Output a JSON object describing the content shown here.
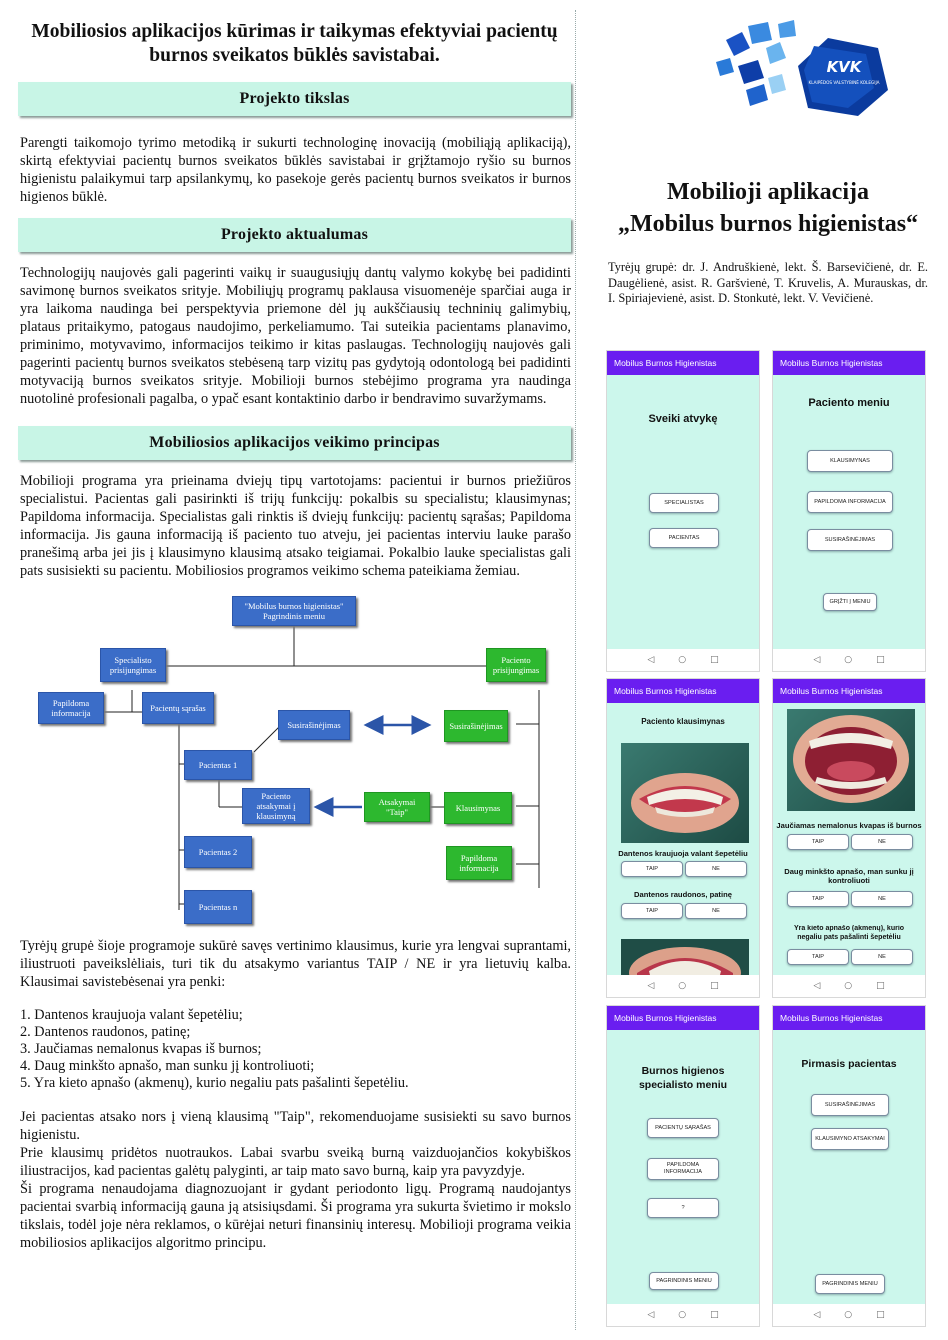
{
  "poster": {
    "title": "Mobiliosios aplikacijos kūrimas ir taikymas efektyviai pacientų burnos sveikatos būklės savistabai."
  },
  "sections": {
    "goal": {
      "heading": "Projekto tikslas",
      "text": "Parengti taikomojo tyrimo metodiką ir sukurti technologinę inovaciją (mobiliąją aplikaciją), skirtą efektyviai pacientų burnos sveikatos būklės savistabai ir grįžtamojo ryšio su burnos higienistu palaikymui tarp apsilankymų, ko pasekoje gerės pacientų burnos sveikatos ir burnos higienos būklė."
    },
    "relevance": {
      "heading": "Projekto aktualumas",
      "text": "Technologijų naujovės gali pagerinti vaikų ir suaugusiųjų dantų valymo kokybę bei padidinti savimonę burnos sveikatos srityje. Mobiliųjų programų paklausa visuomenėje sparčiai auga ir yra laikoma naudinga bei perspektyvia priemone dėl jų aukščiausių techninių galimybių, plataus pritaikymo, patogaus naudojimo, perkeliamumo. Tai suteikia pacientams planavimo, priminimo, motyvavimo, informacijos teikimo ir kitas paslaugas. Technologijų naujovės gali pagerinti pacientų burnos sveikatos stebėseną tarp vizitų pas gydytoją odontologą bei padidinti motyvaciją burnos sveikatos srityje. Mobilioji burnos stebėjimo programa yra naudinga nuotolinė profesionali pagalba, o ypač esant kontaktinio darbo ir bendravimo suvaržymams."
    },
    "principle": {
      "heading": "Mobiliosios aplikacijos veikimo principas",
      "text": "Mobilioji programa yra prieinama dviejų tipų vartotojams: pacientui ir burnos priežiūros specialistui. Pacientas gali pasirinkti iš trijų funkcijų: pokalbis su specialistu; klausimynas; Papildoma informacija. Specialistas gali rinktis iš dviejų funkcijų: pacientų sąrašas; Papildoma informacija. Jis gauna informaciją iš paciento tuo atveju, jei pacientas interviu lauke parašo pranešimą arba jei jis į klausimyno klausimą atsako teigiamai. Pokalbio lauke specialistas gali pats susisiekti su pacientu. Mobiliosios programos veikimo schema pateikiama žemiau."
    }
  },
  "diagram": {
    "main_menu": "\"Mobilus burnos higienistas\" Pagrindinis meniu",
    "specialist_login": "Specialisto prisijungimas",
    "patient_login": "Paciento prisijungimas",
    "extra_info_left": "Papildoma informacija",
    "patient_list": "Pacientų sąrašas",
    "chat_left": "Susirašinėjimas",
    "chat_right": "Susirašinėjimas",
    "patient_1": "Pacientas 1",
    "patient_answers": "Paciento atsakymai į klausimyną",
    "answers_yes": "Atsakymai \"Taip\"",
    "questionnaire": "Klausimynas",
    "patient_2": "Pacientas 2",
    "extra_info_right": "Papildoma informacija",
    "patient_n": "Pacientas n"
  },
  "questions_block": {
    "intro": "Tyrėjų grupė šioje programoje sukūrė savęs vertinimo klausimus, kurie yra lengvai suprantami, iliustruoti paveikslėliais, turi tik du atsakymo variantus TAIP / NE ir yra lietuvių kalba. Klausimai savistebėsenai yra penki:",
    "items": [
      "1. Dantenos kraujuoja valant šepetėliu;",
      "2. Dantenos raudonos, patinę;",
      "3. Jaučiamas nemalonus kvapas iš burnos;",
      "4. Daug minkšto apnašo, man sunku jį kontroliuoti;",
      "5. Yra kieto apnašo (akmenų), kurio negaliu pats pašalinti šepetėliu."
    ],
    "p1": "Jei pacientas atsako nors į vieną klausimą \"Taip\", rekomenduojame susisiekti su savo burnos higienistu.",
    "p2": "Prie klausimų pridėtos nuotraukos. Labai svarbu sveiką burną vaizduojančios kokybiškos iliustracijos, kad pacientas galėtų palyginti, ar taip mato savo burną, kaip yra pavyzdyje.",
    "p3": "Ši programa nenaudojama diagnozuojant ir gydant periodonto ligų. Programą naudojantys pacientai svarbią informaciją gauna ją atsisiųsdami. Ši programa yra sukurta švietimo ir mokslo tikslais, todėl joje nėra reklamos, o kūrėjai neturi finansinių interesų. Mobilioji programa veikia mobiliosios aplikacijos algoritmo principu."
  },
  "logo": {
    "text": "KVK",
    "subtitle": "KLAIPĖDOS VALSTYBINĖ KOLEGIJA"
  },
  "right": {
    "title_line1": "Mobilioji aplikacija",
    "title_line2": "„Mobilus burnos higienistas“",
    "authors": "Tyrėjų grupė: dr. J. Andruškienė, lekt. Š. Barsevičienė, dr. E. Daugėlienė, asist. R. Garšvienė, T. Kruvelis, A. Murauskas, dr. I. Spiriajevienė, asist. D. Stonkutė, lekt. V. Vevičienė."
  },
  "app": {
    "app_bar_title": "Mobilus Burnos Higienistas",
    "nav_back": "◁",
    "nav_home": "○",
    "nav_recent": "□",
    "welcome": {
      "title": "Sveiki atvykę",
      "btn_specialist": "SPECIALISTAS",
      "btn_patient": "PACIENTAS"
    },
    "patient_menu": {
      "title": "Paciento meniu",
      "btn_questionnaire": "KLAUSIMYNAS",
      "btn_extra": "PAPILDOMA INFORMACIJA",
      "btn_chat": "SUSIRAŠINĖJIMAS",
      "btn_back": "GRĮŽTI Į MENIU"
    },
    "questionnaire": {
      "title": "Paciento klausimynas",
      "q1": "Dantenos kraujuoja valant šepetėliu",
      "q2": "Dantenos raudonos, patinę",
      "yes": "TAIP",
      "no": "NE"
    },
    "questionnaire2": {
      "q3": "Jaučiamas nemalonus kvapas iš burnos",
      "q4": "Daug minkšto apnašo, man sunku jį kontroliuoti",
      "q5": "Yra kieto apnašo (akmenų), kurio negaliu pats pašalinti šepetėliu",
      "yes": "TAIP",
      "no": "NE"
    },
    "specialist_menu": {
      "title": "Burnos higienos specialisto meniu",
      "btn_list": "PACIENTŲ SĄRAŠAS",
      "btn_extra": "PAPILDOMA INFORMACIJA",
      "btn_q": "?",
      "btn_main": "PAGRINDINIS MENIU"
    },
    "first_patient": {
      "title": "Pirmasis pacientas",
      "btn_chat": "SUSIRAŠINĖJIMAS",
      "btn_answers": "KLAUSIMYNO ATSAKYMAI",
      "btn_main": "PAGRINDINIS MENIU"
    }
  },
  "colors": {
    "section_bg": "#c8f5e6",
    "node_blue": "#3b6dc8",
    "node_green": "#2db82f",
    "app_bar": "#6a1ef0",
    "app_bg": "#ccf7ec"
  }
}
